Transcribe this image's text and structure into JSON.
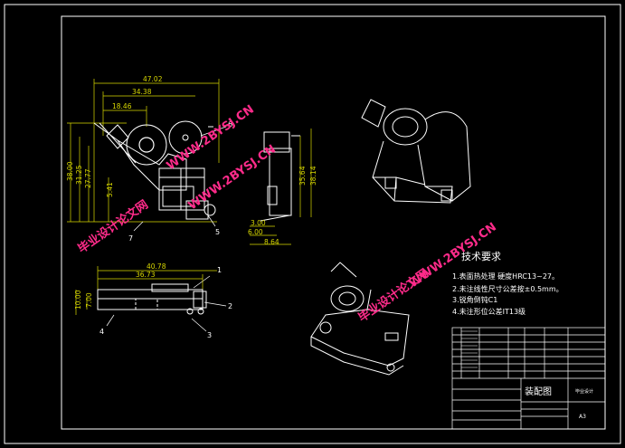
{
  "drawing": {
    "front_view_dims": [
      "47.02",
      "34.38",
      "18.46",
      "38.00",
      "31.25",
      "27.77",
      "5.41"
    ],
    "side_view_dims": [
      "35.64",
      "38.14",
      "3.00",
      "6.00",
      "8.64"
    ],
    "top_view_dims": [
      "40.78",
      "36.73",
      "10.00",
      "7.00"
    ],
    "balloons": [
      "1",
      "2",
      "3",
      "4",
      "5",
      "6",
      "7"
    ]
  },
  "watermarks": {
    "url": "WWW.2BYSJ.CN",
    "cn": "毕业设计论文网"
  },
  "tech_requirements": {
    "title": "技术要求",
    "items": [
      "1.表面热处理  硬度HRC13~27。",
      "2.未注线性尺寸公差按±0.5mm。",
      "3.锐角倒钝C1",
      "4.未注形位公差IT13级"
    ]
  },
  "title_block": {
    "drawing_name": "装配图",
    "school": "毕业设计",
    "sheet_size": "A3"
  },
  "colors": {
    "background": "#000000",
    "line": "#ffffff",
    "dimension": "#d8d800",
    "watermark": "#ff2b8a",
    "balloon": "#ffffff"
  }
}
